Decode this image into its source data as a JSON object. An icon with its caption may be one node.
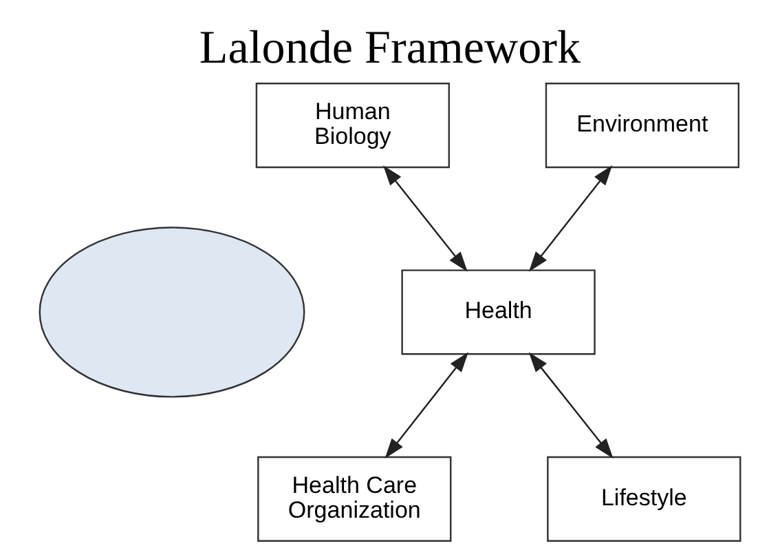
{
  "diagram": {
    "title": "Lalonde Framework",
    "nodes": [
      {
        "text": [],
        "shape": "ellipse"
      },
      {
        "text": [
          "Human Biology"
        ]
      },
      {
        "text": [
          "Environment"
        ]
      },
      {
        "text": [
          "Health"
        ]
      },
      {
        "text": [
          "Health Care Organization"
        ]
      },
      {
        "text": [
          "Lifestyle"
        ]
      }
    ],
    "edges": [
      {
        "from": 1,
        "to": 3,
        "arrow": "both"
      },
      {
        "from": 2,
        "to": 3,
        "arrow": "both"
      },
      {
        "from": 3,
        "to": 4,
        "arrow": "both"
      },
      {
        "from": 3,
        "to": 5,
        "arrow": "both"
      }
    ]
  }
}
